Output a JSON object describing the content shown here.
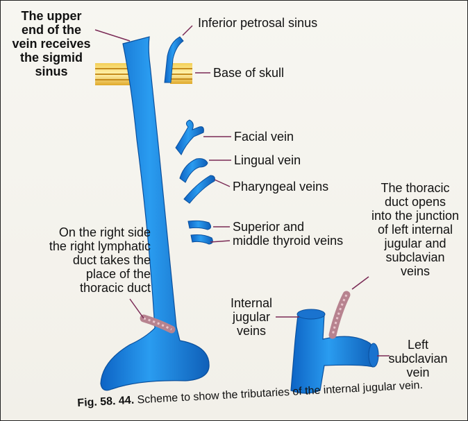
{
  "labels": {
    "upper_end": "The upper\nend of the\nvein receives\nthe sigmid\nsinus",
    "inferior_petrosal": "Inferior petrosal sinus",
    "base_of_skull": "Base of skull",
    "facial": "Facial vein",
    "lingual": "Lingual vein",
    "pharyngeal": "Pharyngeal veins",
    "thyroid": "Superior and\nmiddle thyroid veins",
    "right_lymphatic": "On the right side\nthe right lymphatic\nduct takes the\nplace of the\nthoracic duct",
    "thoracic_duct": "The thoracic\nduct opens\ninto the junction\nof left internal\njugular and\nsubclavian\nveins",
    "internal_jugular": "Internal\njugular\nveins",
    "left_subclavian": "Left\nsubclavian\nvein"
  },
  "caption": {
    "fig": "Fig. 58. 44.",
    "text": "Scheme to show the tributaries of the internal jugular vein."
  },
  "colors": {
    "vein": "#1d8fe6",
    "vein_dark": "#0b5fb8",
    "duct": "#c9a3ad",
    "skull": "#e3b43a"
  }
}
